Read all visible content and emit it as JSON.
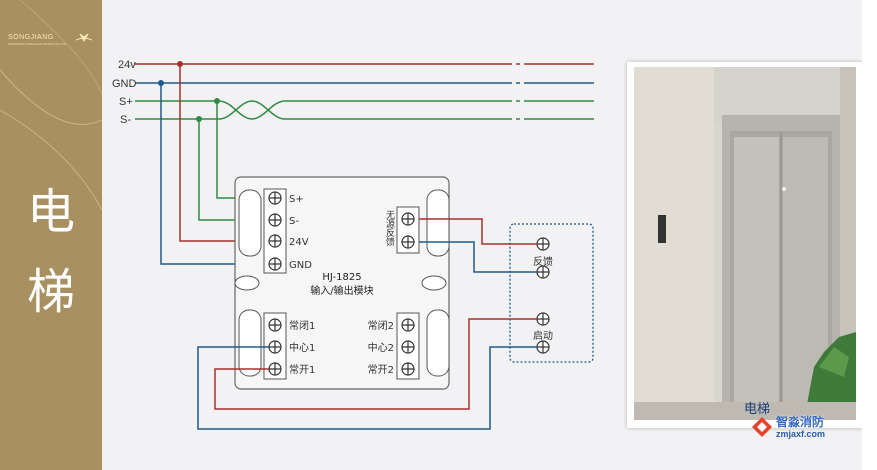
{
  "brand": {
    "logo_name": "SONGJIANG",
    "logo_sub": "SONGJIANG FIRE-ELECTRONIC CO.,LTD",
    "side_title_1": "电",
    "side_title_2": "梯"
  },
  "rails": [
    "24v",
    "GND",
    "S+",
    "S-"
  ],
  "module": {
    "model": "HJ-1825",
    "name": "输入/输出模块",
    "left_terminals": [
      "S+",
      "S-",
      "24V",
      "GND"
    ],
    "bottom_left_terminals": [
      "常闭1",
      "中心1",
      "常开1"
    ],
    "bottom_right_terminals": [
      "常闭2",
      "中心2",
      "常开2"
    ],
    "right_label": "无源反馈"
  },
  "elevator_box": {
    "feedback_label": "反馈",
    "start_label": "启动"
  },
  "photo": {
    "caption": "电梯"
  },
  "watermark": {
    "name": "智淼消防",
    "url": "zmjaxf.com"
  },
  "colors": {
    "sidebar": "#a89060",
    "red_wire": "#a8302b",
    "blue_wire": "#1f5a8c",
    "green_wire": "#2f8a44"
  }
}
